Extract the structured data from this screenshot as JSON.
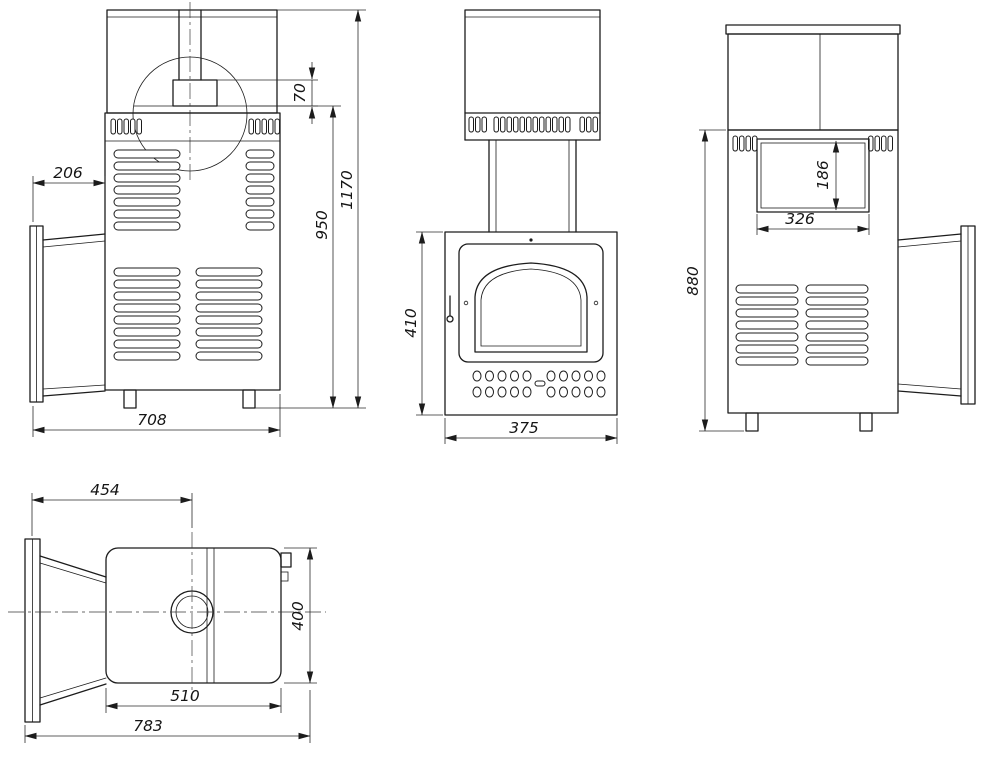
{
  "views": {
    "side": {
      "flange_offset": "206",
      "damper_height": "70",
      "stove_height": "950",
      "total_height": "1170",
      "total_depth": "708"
    },
    "front": {
      "firebox_height": "410",
      "width": "375"
    },
    "back": {
      "opening_height": "186",
      "opening_width": "326",
      "overall_height": "880"
    },
    "plan": {
      "flange_to_axis": "454",
      "body_width": "400",
      "body_length": "510",
      "overall_length": "783"
    }
  }
}
